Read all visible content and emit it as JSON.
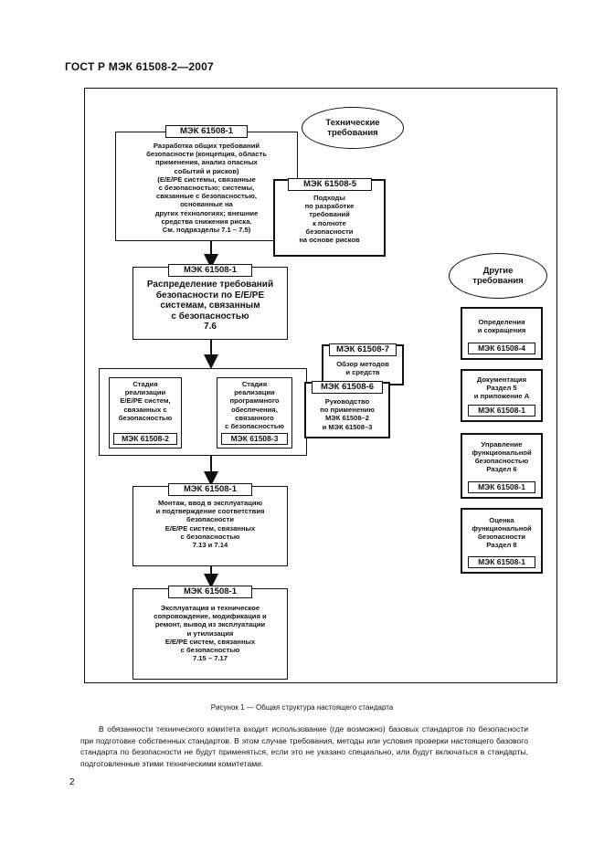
{
  "header": {
    "title": "ГОСТ Р МЭК 61508-2—2007"
  },
  "figure": {
    "ellipse_tech": "Технические\nтребования",
    "ellipse_other": "Другие\nтребования",
    "box1": {
      "tag": "МЭК 61508-1",
      "text": "Разработка общих требований\nбезопасности (концепция, область\nприменения, анализ опасных\nсобытий и рисков)\n(Е/Е/РЕ системы, связанные\nс безопасностью; системы,\nсвязанные с безопасностью,\nоснованные на\nдругих технологиях; внешние\nсредства снижения риска.\nСм. подразделы 7.1 – 7.5)"
    },
    "box5": {
      "tag": "МЭК 61508-5",
      "text": "Подходы\nпо разработке\nтребований\nк полноте\nбезопасности\nна основе рисков"
    },
    "box_alloc": {
      "tag": "МЭК 61508-1",
      "text": "Распределение требований\nбезопасности по Е/Е/РЕ\nсистемам, связанным\nс безопасностью\n7.6"
    },
    "box7": {
      "tag": "МЭК 61508-7",
      "text": "Обзор методов\nи средств"
    },
    "box6": {
      "tag": "МЭК 61508-6",
      "text": "Руководство\nпо применению\nМЭК 61508–2\nи МЭК 61508–3"
    },
    "stage_hw": {
      "text": "Стадия\nреализации\nЕ/Е/РЕ систем,\nсвязанных с\nбезопасностью",
      "tag": "МЭК 61508-2"
    },
    "stage_sw": {
      "text": "Стадия\nреализации\nпрограммного\nобеспечения,\nсвязанного\nс безопасностью",
      "tag": "МЭК 61508-3"
    },
    "box_install": {
      "tag": "МЭК 61508-1",
      "text": "Монтаж, ввод в эксплуатацию\nи подтверждение соответствия\nбезопасности\nЕ/Е/РЕ систем, связанных\nс безопасностью\n7.13 и 7.14"
    },
    "box_operate": {
      "tag": "МЭК 61508-1",
      "text": "Эксплуатация и техническое\nсопровождение, модификация и\nремонт, вывод из эксплуатации\nи утилизация\nЕ/Е/РЕ систем, связанных\nс безопасностью\n7.15 – 7.17"
    },
    "side": [
      {
        "text": "Определения\nи сокращения",
        "tag": "МЭК 61508-4"
      },
      {
        "text": "Документация\nРаздел 5\nи приложение А",
        "tag": "МЭК 61508-1"
      },
      {
        "text": "Управление\nфункциональной\nбезопасностью\nРаздел 6",
        "tag": "МЭК 61508-1"
      },
      {
        "text": "Оценка\nфункциональной\nбезопасности\nРаздел 8",
        "tag": "МЭК 61508-1"
      }
    ]
  },
  "caption": "Рисунок 1 — Общая структура настоящего стандарта",
  "paragraph": "В обязанности технического комитета входит использование (где возможно) базовых стандартов по безопасности при подготовке собственных стандартов. В этом случае требования, методы или условия проверки настоящего базового стандарта по безопасности не будут применяться, если это не указано специально, или будут включаться в стандарты, подготовленные этими техническими комитетами.",
  "page_number": "2"
}
